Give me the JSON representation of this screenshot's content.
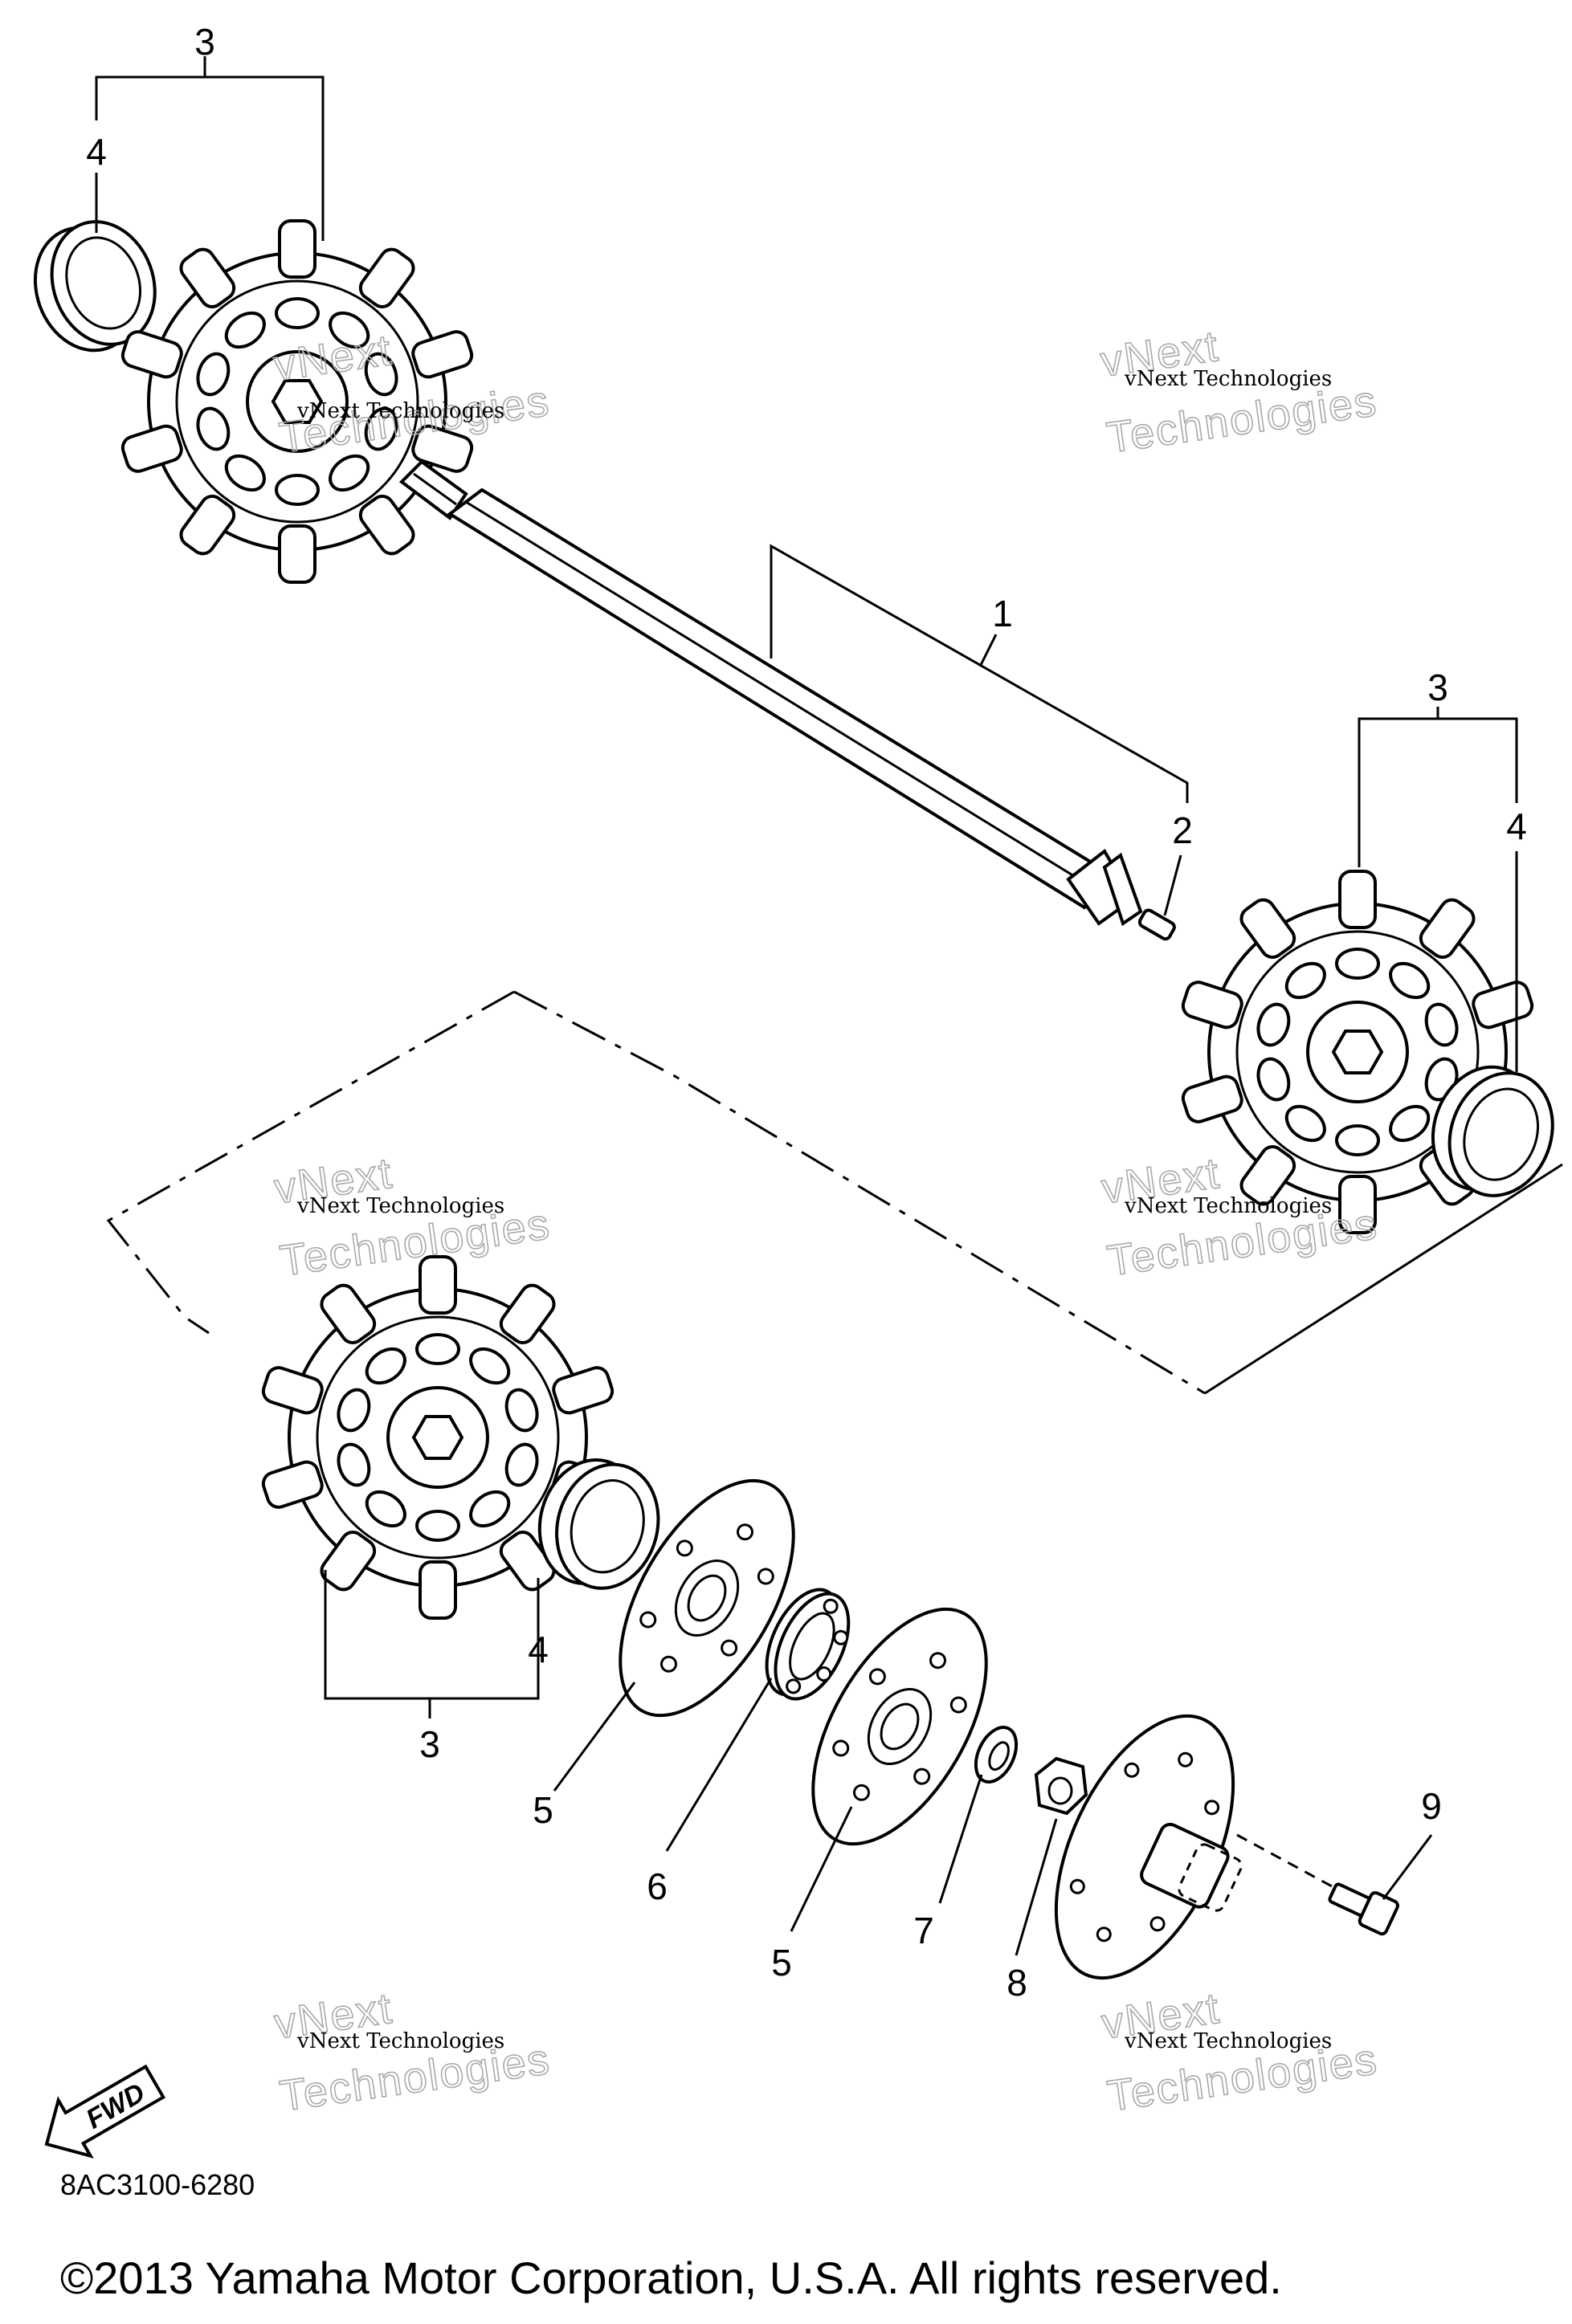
{
  "callouts": {
    "c1": "1",
    "c2": "2",
    "c3a": "3",
    "c3b": "3",
    "c3c": "3",
    "c4a": "4",
    "c4b": "4",
    "c4c": "4",
    "c5a": "5",
    "c5b": "5",
    "c6": "6",
    "c7": "7",
    "c8": "8",
    "c9": "9"
  },
  "watermark": {
    "small": "vNext Technologies",
    "big_line1": "vNext",
    "big_line2": "Technologies"
  },
  "fwd_label": "FWD",
  "diagram_code": "8AC3100-6280",
  "copyright": "©2013 Yamaha Motor Corporation, U.S.A. All rights reserved."
}
